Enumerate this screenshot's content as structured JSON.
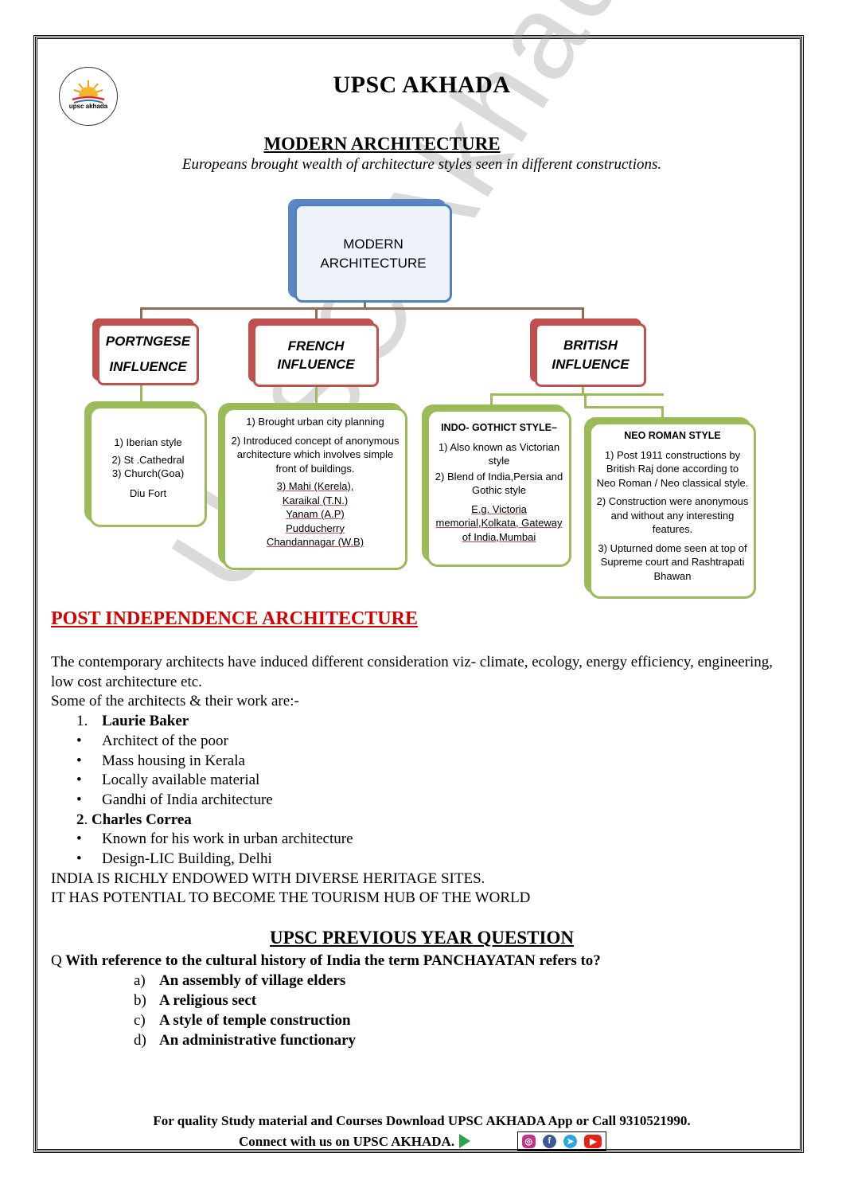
{
  "header": {
    "brand": "UPSC AKHADA",
    "logo_text": "upsc akhada"
  },
  "title": "MODERN ARCHITECTURE",
  "subtitle": "Europeans brought wealth of architecture styles  seen in different constructions.",
  "diagram": {
    "root": [
      "MODERN",
      "ARCHITECTURE"
    ],
    "portuguese": {
      "label": [
        "PORTNGESE",
        "INFLUENCE"
      ],
      "items": [
        "1) Iberian style",
        "2) St .Cathedral",
        "3) Church(Goa)",
        "Diu Fort"
      ]
    },
    "french": {
      "label": [
        "FRENCH",
        "INFLUENCE"
      ],
      "items": [
        "1) Brought urban city planning",
        "2) Introduced concept of anonymous architecture which involves simple front of buildings.",
        "3) Mahi (Kerela),",
        "Karaikal (T.N.)",
        "Yanam (A.P)",
        "Pudducherry",
        "Chandannagar (W.B)"
      ]
    },
    "british": {
      "label": [
        "BRITISH",
        "INFLUENCE"
      ]
    },
    "indo_gothic": {
      "heading": "INDO- GOTHICT STYLE–",
      "items": [
        "1) Also known as Victorian style",
        "2) Blend of India,Persia and Gothic style",
        "E.g.  Victoria memorial,Kolkata, Gateway of India,Mumbai"
      ]
    },
    "neo_roman": {
      "heading": "NEO ROMAN STYLE",
      "items": [
        "1) Post 1911 constructions by British Raj done according to Neo Roman / Neo classical style.",
        "2) Construction were anonymous and without any interesting features.",
        "3) Upturned dome seen at top of Supreme court and Rashtrapati Bhawan"
      ]
    }
  },
  "watermark": "UPSC Akhada",
  "post_independence": {
    "title": "POST INDEPENDENCE ARCHITECTURE",
    "intro": "The contemporary architects have induced different consideration viz- climate, ecology, energy efficiency, engineering, low cost architecture etc.",
    "lead": "Some of the architects & their work are:-",
    "architect1": "Laurie Baker",
    "architect1_num": "1.",
    "architect1_points": [
      "Architect of the poor",
      "Mass housing in Kerala",
      "Locally available material",
      "Gandhi of India architecture"
    ],
    "architect2": "Charles Correa",
    "architect2_num": "2",
    "architect2_points": [
      "Known for his work in urban architecture",
      "Design-LIC Building, Delhi"
    ],
    "closing1": "INDIA IS RICHLY ENDOWED WITH DIVERSE HERITAGE SITES.",
    "closing2": "IT HAS POTENTIAL TO BECOME THE TOURISM HUB OF THE WORLD"
  },
  "pyq": {
    "title": "UPSC PREVIOUS YEAR QUESTION",
    "q_prefix": "Q",
    "question": "With reference to the cultural history of India the term PANCHAYATAN refers to?",
    "options": [
      {
        "label": "a)",
        "text": "An assembly of village elders"
      },
      {
        "label": "b)",
        "text": "A religious sect"
      },
      {
        "label": "c)",
        "text": "A style of temple construction"
      },
      {
        "label": "d)",
        "text": "An administrative functionary"
      }
    ]
  },
  "footer": {
    "line1": "For quality Study material and Courses Download UPSC AKHADA App or Call 9310521990.",
    "line2": "Connect with us on UPSC AKHADA.",
    "icons": [
      "apple-icon",
      "play-store-icon",
      "instagram-icon",
      "facebook-icon",
      "telegram-icon",
      "youtube-icon"
    ]
  },
  "colors": {
    "blue": "#4f81bd",
    "red": "#c0504d",
    "green": "#9bbb59",
    "heading_red": "#d40000"
  }
}
